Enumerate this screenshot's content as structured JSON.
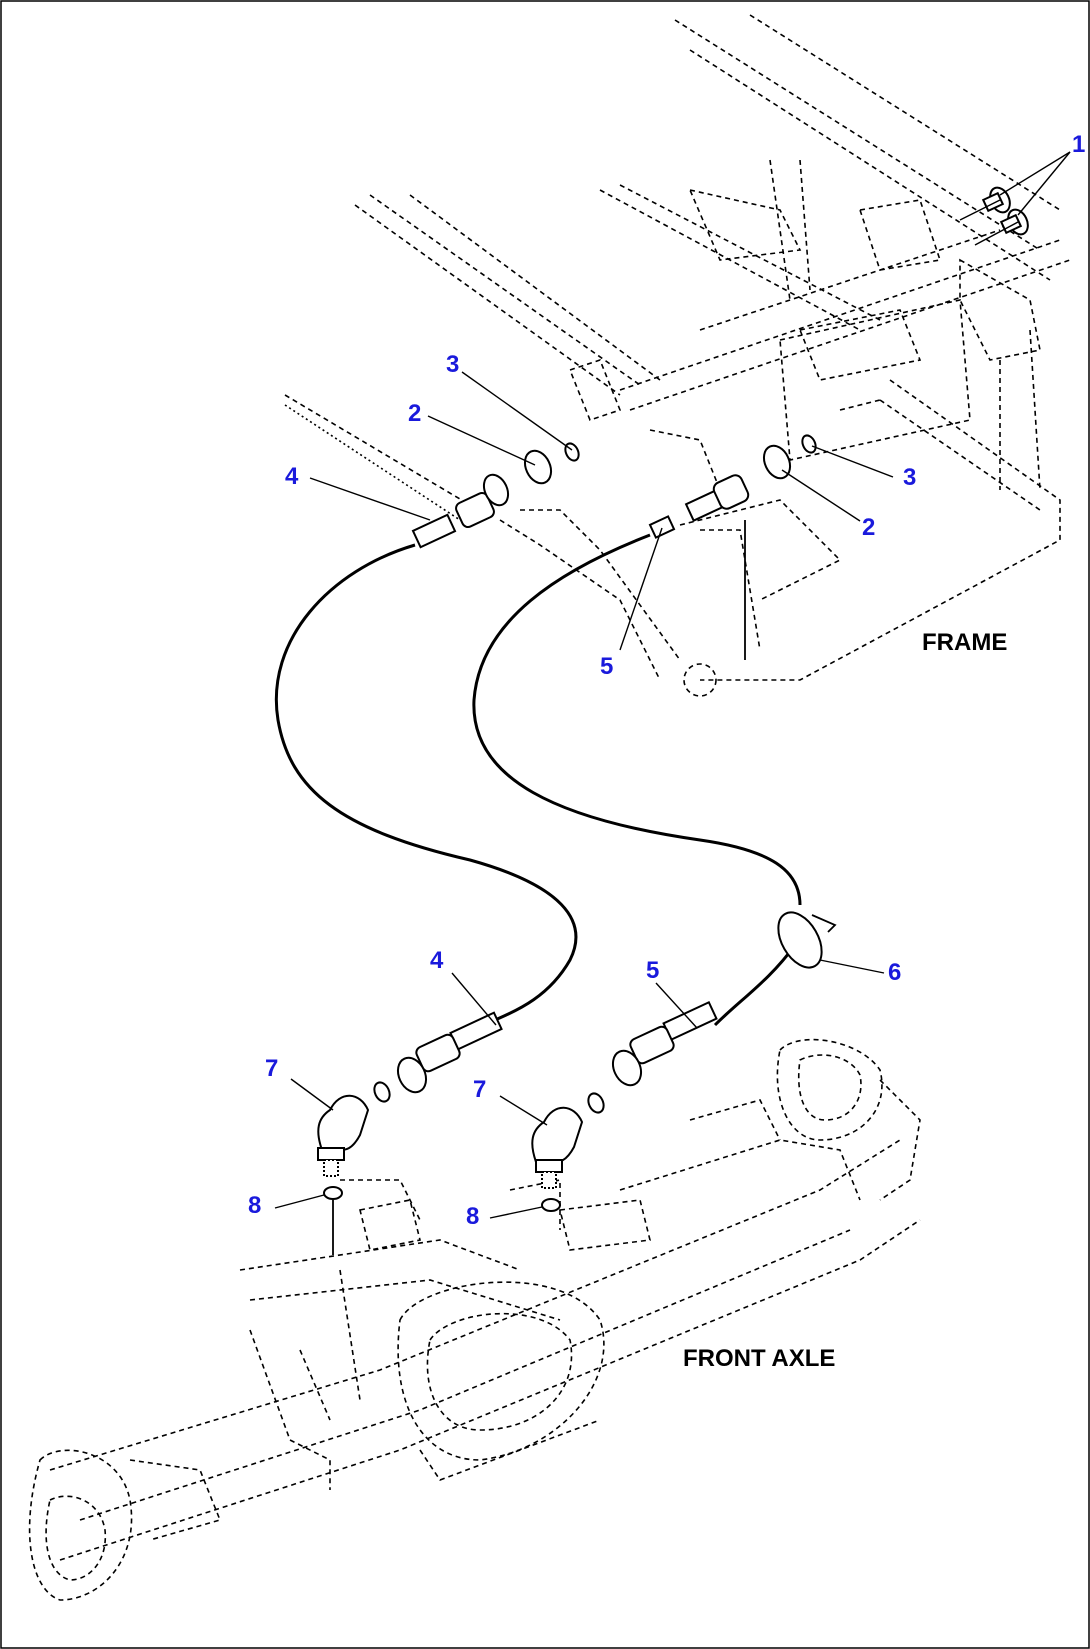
{
  "labels": {
    "frame": "FRAME",
    "front_axle": "FRONT AXLE"
  },
  "callouts": {
    "c1": "1",
    "c2a": "2",
    "c2b": "2",
    "c3a": "3",
    "c3b": "3",
    "c4a": "4",
    "c4b": "4",
    "c5a": "5",
    "c5b": "5",
    "c6": "6",
    "c7a": "7",
    "c7b": "7",
    "c8a": "8",
    "c8b": "8"
  },
  "colors": {
    "callout": "#1a1adc",
    "line": "#000000",
    "background": "#ffffff"
  }
}
